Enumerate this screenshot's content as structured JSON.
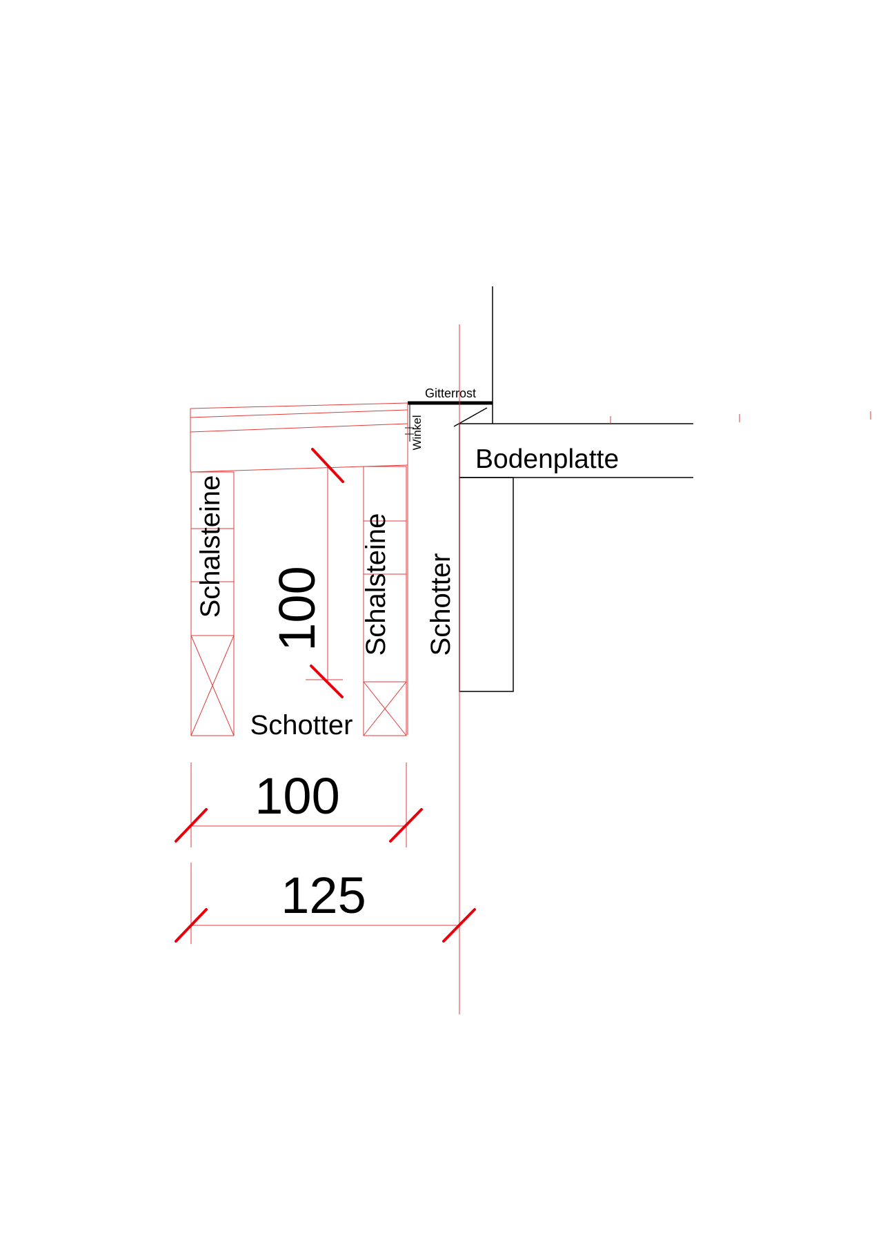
{
  "labels": {
    "gitterrost": "Gitterrost",
    "winkel": "Winkel",
    "bodenplatte": "Bodenplatte",
    "schalsteine_left": "Schalsteine",
    "schalsteine_right": "Schalsteine",
    "schotter_side": "Schotter",
    "schotter_bottom": "Schotter"
  },
  "dimensions": {
    "height": "100",
    "width_inner": "100",
    "width_total": "125"
  },
  "colors": {
    "construction_line": "#e23a3a",
    "dimension_tick": "#e8000b",
    "outline": "#000000"
  }
}
